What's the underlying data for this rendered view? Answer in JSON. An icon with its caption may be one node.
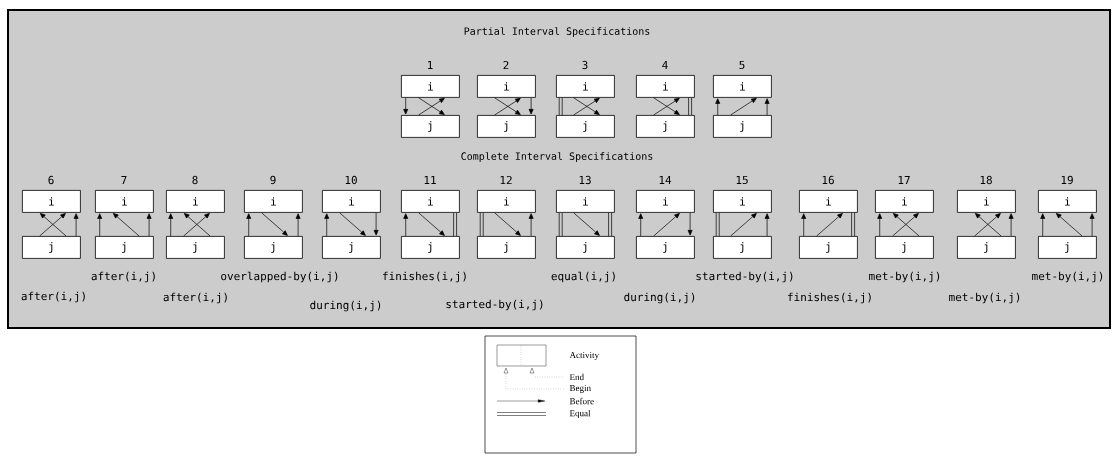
{
  "diagram": {
    "nodes": [
      {
        "text": [
          "i"
        ],
        "beside": [
          "1"
        ]
      },
      {
        "text": [
          "j"
        ]
      },
      {
        "text": [
          "i"
        ],
        "beside": [
          "2"
        ]
      },
      {
        "text": [
          "j"
        ]
      },
      {
        "text": [
          "i"
        ],
        "beside": [
          "3"
        ]
      },
      {
        "text": [
          "j"
        ]
      },
      {
        "text": [
          "i"
        ],
        "beside": [
          "4"
        ]
      },
      {
        "text": [
          "j"
        ]
      },
      {
        "text": [
          "i"
        ],
        "beside": [
          "5"
        ]
      },
      {
        "text": [
          "j"
        ]
      },
      {
        "text": [
          "i"
        ],
        "beside": [
          "6"
        ]
      },
      {
        "text": [
          "j"
        ],
        "beside": [
          "after(i,j)"
        ]
      },
      {
        "text": [
          "i"
        ],
        "beside": [
          "7"
        ]
      },
      {
        "text": [
          "j"
        ],
        "beside": [
          "after(i,j)"
        ]
      },
      {
        "text": [
          "i"
        ],
        "beside": [
          "8"
        ]
      },
      {
        "text": [
          "j"
        ],
        "beside": [
          "after(i,j)"
        ]
      },
      {
        "text": [
          "i"
        ],
        "beside": [
          "9"
        ]
      },
      {
        "text": [
          "j"
        ],
        "beside": [
          "overlapped-by(i,j)"
        ]
      },
      {
        "text": [
          "i"
        ],
        "beside": [
          "10"
        ]
      },
      {
        "text": [
          "j"
        ],
        "beside": [
          "during(i,j)"
        ]
      },
      {
        "text": [
          "i"
        ],
        "beside": [
          "11"
        ]
      },
      {
        "text": [
          "j"
        ],
        "beside": [
          "finishes(i,j)"
        ]
      },
      {
        "text": [
          "i"
        ],
        "beside": [
          "12"
        ]
      },
      {
        "text": [
          "j"
        ],
        "beside": [
          "started-by(i,j)"
        ]
      },
      {
        "text": [
          "i"
        ],
        "beside": [
          "13"
        ]
      },
      {
        "text": [
          "j"
        ],
        "beside": [
          "equal(i,j)"
        ]
      },
      {
        "text": [
          "i"
        ],
        "beside": [
          "14"
        ]
      },
      {
        "text": [
          "j"
        ],
        "beside": [
          "during(i,j)"
        ]
      },
      {
        "text": [
          "i"
        ],
        "beside": [
          "15"
        ]
      },
      {
        "text": [
          "j"
        ],
        "beside": [
          "started-by(i,j)"
        ]
      },
      {
        "text": [
          "i"
        ],
        "beside": [
          "16"
        ]
      },
      {
        "text": [
          "j"
        ],
        "beside": [
          "finishes(i,j)"
        ]
      },
      {
        "text": [
          "i"
        ],
        "beside": [
          "17"
        ]
      },
      {
        "text": [
          "j"
        ],
        "beside": [
          "met-by(i,j)"
        ]
      },
      {
        "text": [
          "i"
        ],
        "beside": [
          "18"
        ]
      },
      {
        "text": [
          "j"
        ],
        "beside": [
          "met-by(i,j)"
        ]
      },
      {
        "text": [
          "i"
        ],
        "beside": [
          "19"
        ]
      },
      {
        "text": [
          "j"
        ],
        "beside": [
          "met-by(i,j)"
        ]
      }
    ],
    "edges": [
      {
        "from": 0,
        "to": 1,
        "arrow": "to"
      },
      {
        "from": 0,
        "to": 1,
        "arrow": "to"
      },
      {
        "from": 1,
        "to": 0,
        "arrow": "to"
      },
      {
        "from": 2,
        "to": 3,
        "arrow": "to"
      },
      {
        "from": 3,
        "to": 2,
        "arrow": "to"
      },
      {
        "from": 2,
        "to": 3,
        "arrow": "to"
      },
      {
        "from": 4,
        "to": 5,
        "arrow": "none"
      },
      {
        "from": 4,
        "to": 5,
        "arrow": "to"
      },
      {
        "from": 5,
        "to": 4,
        "arrow": "to"
      },
      {
        "from": 6,
        "to": 7,
        "arrow": "to"
      },
      {
        "from": 7,
        "to": 6,
        "arrow": "to"
      },
      {
        "from": 6,
        "to": 7,
        "arrow": "none"
      },
      {
        "from": 9,
        "to": 8,
        "arrow": "to"
      },
      {
        "from": 9,
        "to": 8,
        "arrow": "to"
      },
      {
        "from": 9,
        "to": 8,
        "arrow": "to"
      },
      {
        "from": 11,
        "to": 10,
        "arrow": "to"
      },
      {
        "from": 11,
        "to": 10,
        "arrow": "to"
      },
      {
        "from": 11,
        "to": 10,
        "arrow": "to"
      },
      {
        "from": 13,
        "to": 12,
        "arrow": "to"
      },
      {
        "from": 13,
        "to": 12,
        "arrow": "to"
      },
      {
        "from": 13,
        "to": 12,
        "arrow": "to"
      },
      {
        "from": 15,
        "to": 14,
        "arrow": "to"
      },
      {
        "from": 15,
        "to": 14,
        "arrow": "to"
      },
      {
        "from": 15,
        "to": 14,
        "arrow": "to"
      },
      {
        "from": 17,
        "to": 16,
        "arrow": "to"
      },
      {
        "from": 16,
        "to": 17,
        "arrow": "to"
      },
      {
        "from": 17,
        "to": 16,
        "arrow": "to"
      },
      {
        "from": 19,
        "to": 18,
        "arrow": "to"
      },
      {
        "from": 18,
        "to": 19,
        "arrow": "to"
      },
      {
        "from": 18,
        "to": 19,
        "arrow": "to"
      },
      {
        "from": 21,
        "to": 20,
        "arrow": "to"
      },
      {
        "from": 20,
        "to": 21,
        "arrow": "to"
      },
      {
        "from": 20,
        "to": 21,
        "arrow": "none"
      },
      {
        "from": 22,
        "to": 23,
        "arrow": "none"
      },
      {
        "from": 22,
        "to": 23,
        "arrow": "to"
      },
      {
        "from": 23,
        "to": 22,
        "arrow": "to"
      },
      {
        "from": 24,
        "to": 25,
        "arrow": "none"
      },
      {
        "from": 24,
        "to": 25,
        "arrow": "to"
      },
      {
        "from": 24,
        "to": 25,
        "arrow": "none"
      },
      {
        "from": 27,
        "to": 26,
        "arrow": "to"
      },
      {
        "from": 27,
        "to": 26,
        "arrow": "to"
      },
      {
        "from": 26,
        "to": 27,
        "arrow": "to"
      },
      {
        "from": 28,
        "to": 29,
        "arrow": "none"
      },
      {
        "from": 29,
        "to": 28,
        "arrow": "to"
      },
      {
        "from": 29,
        "to": 28,
        "arrow": "to"
      },
      {
        "from": 31,
        "to": 30,
        "arrow": "to"
      },
      {
        "from": 31,
        "to": 30,
        "arrow": "to"
      },
      {
        "from": 30,
        "to": 31,
        "arrow": "none"
      },
      {
        "from": 33,
        "to": 32,
        "arrow": "to"
      },
      {
        "from": 33,
        "to": 32,
        "arrow": "to"
      },
      {
        "from": 33,
        "to": 32,
        "arrow": "to"
      },
      {
        "from": 35,
        "to": 34,
        "arrow": "to"
      },
      {
        "from": 35,
        "to": 34,
        "arrow": "to"
      },
      {
        "from": 35,
        "to": 34,
        "arrow": "to"
      },
      {
        "from": 37,
        "to": 36,
        "arrow": "to"
      },
      {
        "from": 37,
        "to": 36,
        "arrow": "to"
      },
      {
        "from": 37,
        "to": 36,
        "arrow": "to"
      }
    ],
    "labels": [
      "Partial Interval Specifications",
      "Complete Interval Specifications"
    ],
    "legend": [
      {
        "text": "Activity"
      },
      {
        "text": "End"
      },
      {
        "text": "Begin"
      },
      {
        "text": "Before"
      },
      {
        "text": "Equal"
      }
    ]
  }
}
